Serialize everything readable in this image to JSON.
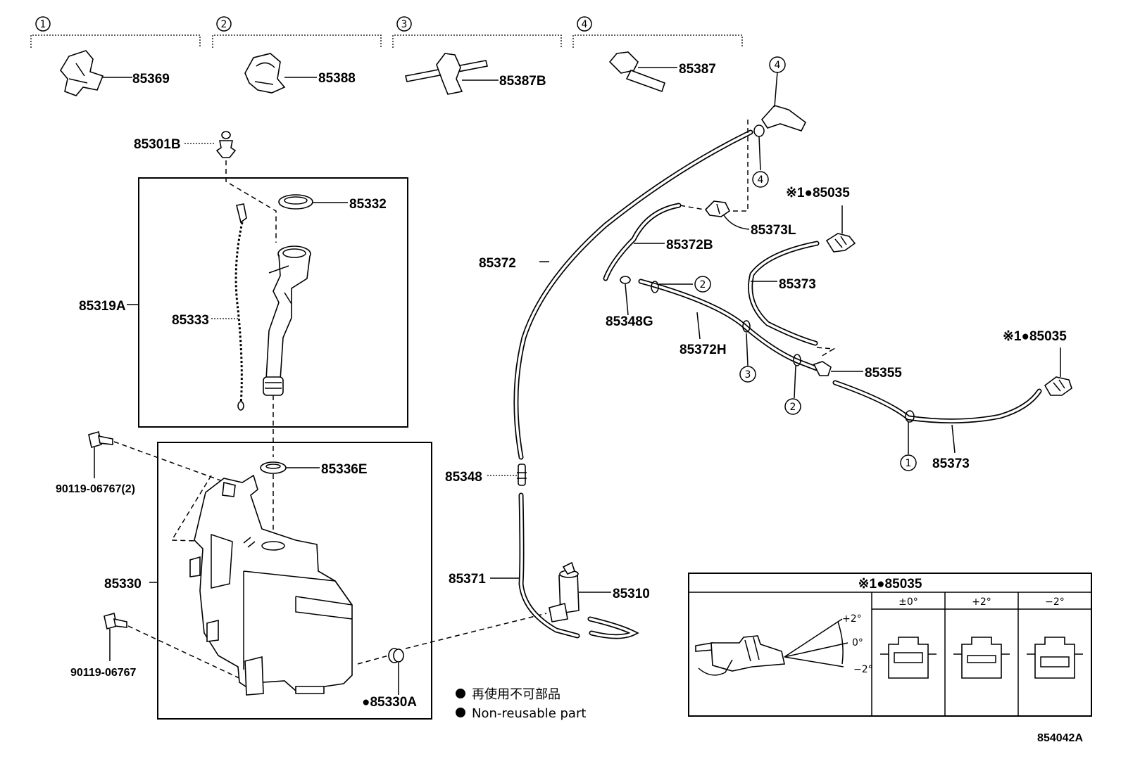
{
  "group_markers": [
    "1",
    "2",
    "3",
    "4"
  ],
  "parts": {
    "p85369": "85369",
    "p85388": "85388",
    "p85387B": "85387B",
    "p85387": "85387",
    "p85301B": "85301B",
    "p85332": "85332",
    "p85319A": "85319A",
    "p85333": "85333",
    "p85336E": "85336E",
    "p90119_2": "90119-06767(2)",
    "p85330": "85330",
    "p90119": "90119-06767",
    "p85330A": "●85330A",
    "p85372": "85372",
    "p85348": "85348",
    "p85371": "85371",
    "p85310": "85310",
    "p85373L": "85373L",
    "p85372B": "85372B",
    "p85348G": "85348G",
    "p85372H": "85372H",
    "p85373a": "85373",
    "p85355": "85355",
    "p85373b": "85373",
    "p85035a": "※1●85035",
    "p85035b": "※1●85035"
  },
  "callouts": {
    "c4a": "4",
    "c4b": "4",
    "c2a": "2",
    "c3": "3",
    "c2b": "2",
    "c1": "1"
  },
  "legend": {
    "jp": "再使用不可部品",
    "en": "Non-reusable part"
  },
  "inset": {
    "title": "※1●85035",
    "cols": [
      "±0°",
      "+2°",
      "−2°"
    ],
    "angle_plus": "+2°",
    "angle_zero": "0°",
    "angle_minus": "−2°"
  },
  "diagram_code": "854042A"
}
